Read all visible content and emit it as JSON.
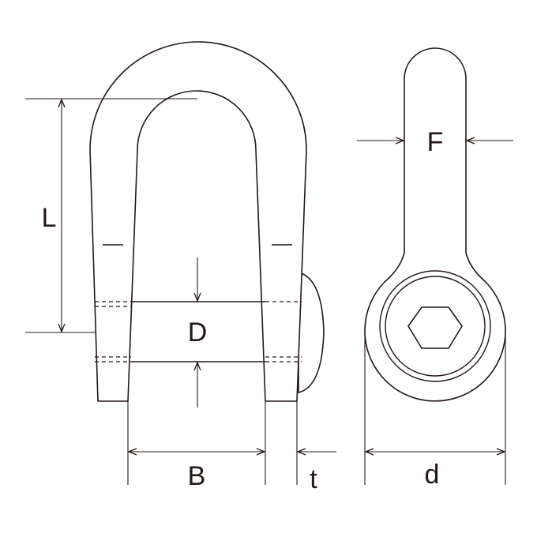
{
  "labels": {
    "L": "L",
    "D": "D",
    "B": "B",
    "t": "t",
    "F": "F",
    "d": "d"
  },
  "colors": {
    "stroke": "#231815",
    "background": "#ffffff"
  }
}
